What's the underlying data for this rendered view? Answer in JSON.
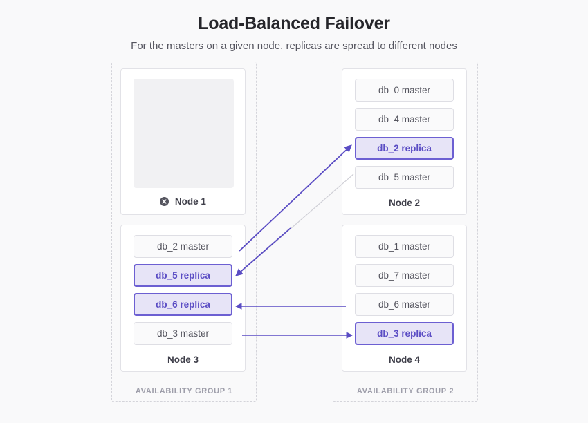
{
  "header": {
    "title": "Load-Balanced Failover",
    "subtitle": "For the masters on a given node, replicas are spread to different nodes"
  },
  "colors": {
    "background": "#f9f9fa",
    "replica_fill": "#e7e4f7",
    "replica_border": "#6c5fd2",
    "replica_text": "#5a4cc4",
    "master_fill": "#fafafb",
    "master_border": "#dedee4",
    "master_text": "#55555f",
    "arrow_purple": "#5a4cc4",
    "link_gray": "#cfcfd6",
    "group_border": "#d4d4da",
    "node_border": "#e2e2e7"
  },
  "availability_groups": [
    {
      "id": "ag-1",
      "label": "AVAILABILITY GROUP 1"
    },
    {
      "id": "ag-2",
      "label": "AVAILABILITY GROUP 2"
    }
  ],
  "nodes": [
    {
      "id": "node-1",
      "label": "Node 1",
      "status": "failed",
      "status_icon": "x-circle-icon",
      "empty": true,
      "databases": []
    },
    {
      "id": "node-2",
      "label": "Node 2",
      "status": "ok",
      "empty": false,
      "databases": [
        {
          "label": "db_0 master",
          "role": "master"
        },
        {
          "label": "db_4 master",
          "role": "master"
        },
        {
          "label": "db_2 replica",
          "role": "replica"
        },
        {
          "label": "db_5 master",
          "role": "master"
        }
      ]
    },
    {
      "id": "node-3",
      "label": "Node 3",
      "status": "ok",
      "empty": false,
      "databases": [
        {
          "label": "db_2 master",
          "role": "master"
        },
        {
          "label": "db_5 replica",
          "role": "replica"
        },
        {
          "label": "db_6 replica",
          "role": "replica"
        },
        {
          "label": "db_3 master",
          "role": "master"
        }
      ]
    },
    {
      "id": "node-4",
      "label": "Node 4",
      "status": "ok",
      "empty": false,
      "databases": [
        {
          "label": "db_1 master",
          "role": "master"
        },
        {
          "label": "db_7 master",
          "role": "master"
        },
        {
          "label": "db_6 master",
          "role": "master"
        },
        {
          "label": "db_3 replica",
          "role": "replica"
        }
      ]
    }
  ],
  "connections": [
    {
      "from": "db_2 master (Node 3)",
      "to": "db_2 replica (Node 2)",
      "style": "purple-arrow"
    },
    {
      "from": "db_5 master (Node 2)",
      "to": "db_5 replica (Node 3)",
      "style": "purple-arrow"
    },
    {
      "from": "db_6 master (Node 4)",
      "to": "db_6 replica (Node 3)",
      "style": "purple-arrow"
    },
    {
      "from": "db_3 master (Node 3)",
      "to": "db_3 replica (Node 4)",
      "style": "purple-arrow"
    }
  ]
}
